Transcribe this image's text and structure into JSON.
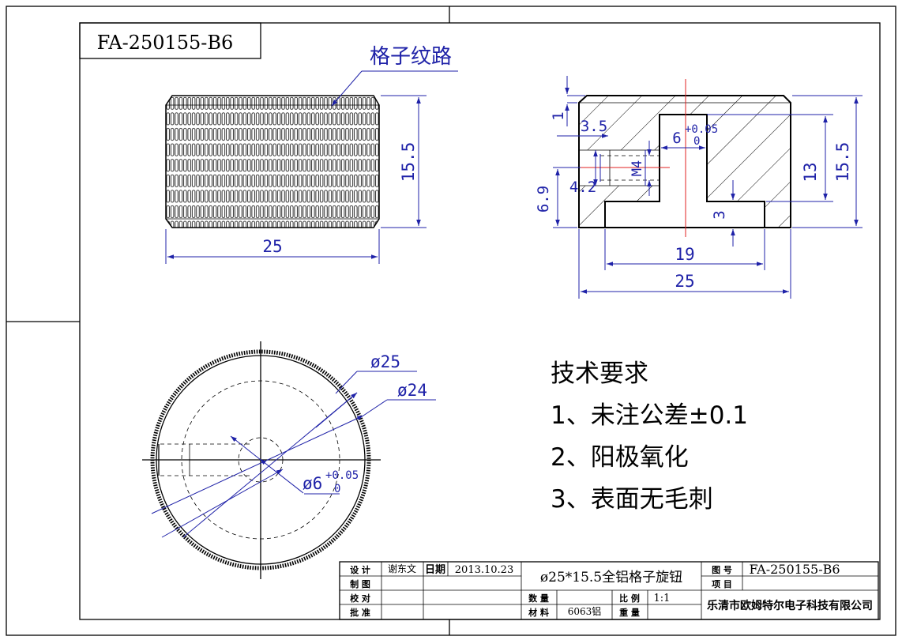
{
  "drawing_number": "FA-250155-B6",
  "front_view": {
    "callout": "格子纹路",
    "dims": {
      "width": "25",
      "height": "15.5"
    }
  },
  "section_view": {
    "dims": {
      "d1": "1",
      "d35": "3.5",
      "hole_dia": "6",
      "tol_upper": "+0.05",
      "tol_lower": "0",
      "thread": "M4",
      "d42": "4.2",
      "d69": "6.9",
      "d3": "3",
      "d19": "19",
      "d25": "25",
      "d13": "13",
      "d155": "15.5"
    }
  },
  "top_view": {
    "dims": {
      "outer": "ø25",
      "inner": "ø24",
      "hole": "ø6",
      "tol_upper": "+0.05",
      "tol_lower": "0"
    }
  },
  "tech_requirements": {
    "title": "技术要求",
    "items": [
      "1、未注公差±0.1",
      "2、阳极氧化",
      "3、表面无毛刺"
    ]
  },
  "title_block": {
    "design_label": "设 计",
    "designer": "谢东文",
    "date_label": "日期",
    "date": "2013.10.23",
    "part_name": "ø25*15.5全铝格子旋钮",
    "drawing_no_label": "图 号",
    "drawing_no": "FA-250155-B6",
    "project_label": "项 目",
    "draw_label": "制 图",
    "check_label": "校 对",
    "approve_label": "批 准",
    "quantity_label": "数 量",
    "material_label": "材 料",
    "material": "6063铝",
    "scale_label": "比 例",
    "scale": "1:1",
    "weight_label": "重 量",
    "company": "乐清市欧姆特尔电子科技有限公司"
  },
  "colors": {
    "dimension": "#1f22a8",
    "centerline": "#e02020",
    "line": "#000000"
  }
}
